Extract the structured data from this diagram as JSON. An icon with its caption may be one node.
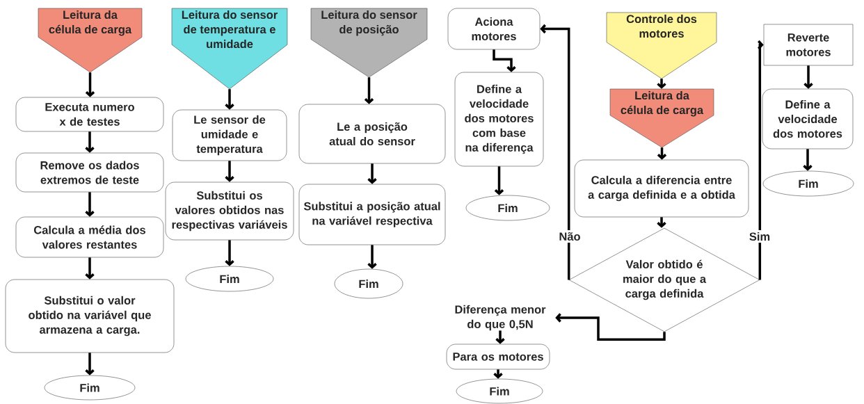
{
  "diagram": {
    "nodes": [
      {
        "text": [
          "Leitura da célula de carga"
        ]
      },
      {
        "text": [
          "Executa numero x de testes"
        ]
      },
      {
        "text": [
          "Remove os dados extremos de teste"
        ]
      },
      {
        "text": [
          "Calcula a média dos valores restantes"
        ]
      },
      {
        "text": [
          "Substitui o valor obtido na variável que armazena a carga."
        ]
      },
      {
        "text": [
          "Fim"
        ]
      },
      {
        "text": [
          "Leitura do sensor de temperatura e umidade"
        ]
      },
      {
        "text": [
          "Le sensor de umidade e temperatura"
        ]
      },
      {
        "text": [
          "Substitui os valores obtidos nas respectivas variáveis"
        ]
      },
      {
        "text": [
          "Fim"
        ]
      },
      {
        "text": [
          "Leitura do sensor de posição"
        ]
      },
      {
        "text": [
          "Le a posição atual do sensor"
        ]
      },
      {
        "text": [
          "Substitui a posição atual na variável respectiva"
        ]
      },
      {
        "text": [
          "Fim"
        ]
      },
      {
        "text": [
          "Aciona motores"
        ]
      },
      {
        "text": [
          "Define a velocidade dos motores com base na diferença"
        ]
      },
      {
        "text": [
          "Fim"
        ]
      },
      {
        "text": [
          "Controle dos motores"
        ]
      },
      {
        "text": [
          "Leitura da célula de carga"
        ]
      },
      {
        "text": [
          "Calcula a diferencia entre a carga definida e a obtida"
        ]
      },
      {
        "text": [
          "Valor obtido é maior do que a carga definida"
        ]
      },
      {
        "text": [
          "Reverte motores"
        ]
      },
      {
        "text": [
          "Define a velocidade dos motores"
        ]
      },
      {
        "text": [
          "Fim"
        ]
      },
      {
        "text": [
          "Diferença menor do que 0,5N"
        ]
      },
      {
        "text": [
          "Para os motores"
        ]
      },
      {
        "text": [
          "Fim"
        ]
      }
    ],
    "edges": [
      {
        "from": 0,
        "to": 1,
        "arrow": "to"
      },
      {
        "from": 1,
        "to": 2,
        "arrow": "to"
      },
      {
        "from": 2,
        "to": 3,
        "arrow": "to"
      },
      {
        "from": 3,
        "to": 4,
        "arrow": "to"
      },
      {
        "from": 4,
        "to": 5,
        "arrow": "to"
      },
      {
        "from": 6,
        "to": 7,
        "arrow": "to"
      },
      {
        "from": 7,
        "to": 8,
        "arrow": "to"
      },
      {
        "from": 8,
        "to": 9,
        "arrow": "to"
      },
      {
        "from": 10,
        "to": 11,
        "arrow": "to"
      },
      {
        "from": 11,
        "to": 12,
        "arrow": "to"
      },
      {
        "from": 12,
        "to": 13,
        "arrow": "to"
      },
      {
        "from": 14,
        "to": 15,
        "arrow": "to"
      },
      {
        "from": 15,
        "to": 16,
        "arrow": "to"
      },
      {
        "from": 17,
        "to": 18,
        "arrow": "to"
      },
      {
        "from": 18,
        "to": 19,
        "arrow": "to"
      },
      {
        "from": 19,
        "to": 20,
        "arrow": "to"
      },
      {
        "from": 20,
        "to": 14,
        "arrow": "to",
        "label": "Não"
      },
      {
        "from": 20,
        "to": 21,
        "arrow": "to",
        "label": "Sim"
      },
      {
        "from": 21,
        "to": 22,
        "arrow": "to"
      },
      {
        "from": 22,
        "to": 23,
        "arrow": "to"
      },
      {
        "from": 20,
        "to": 24,
        "arrow": "to"
      },
      {
        "from": 24,
        "to": 25,
        "arrow": "to"
      },
      {
        "from": 25,
        "to": 26,
        "arrow": "to"
      }
    ]
  }
}
